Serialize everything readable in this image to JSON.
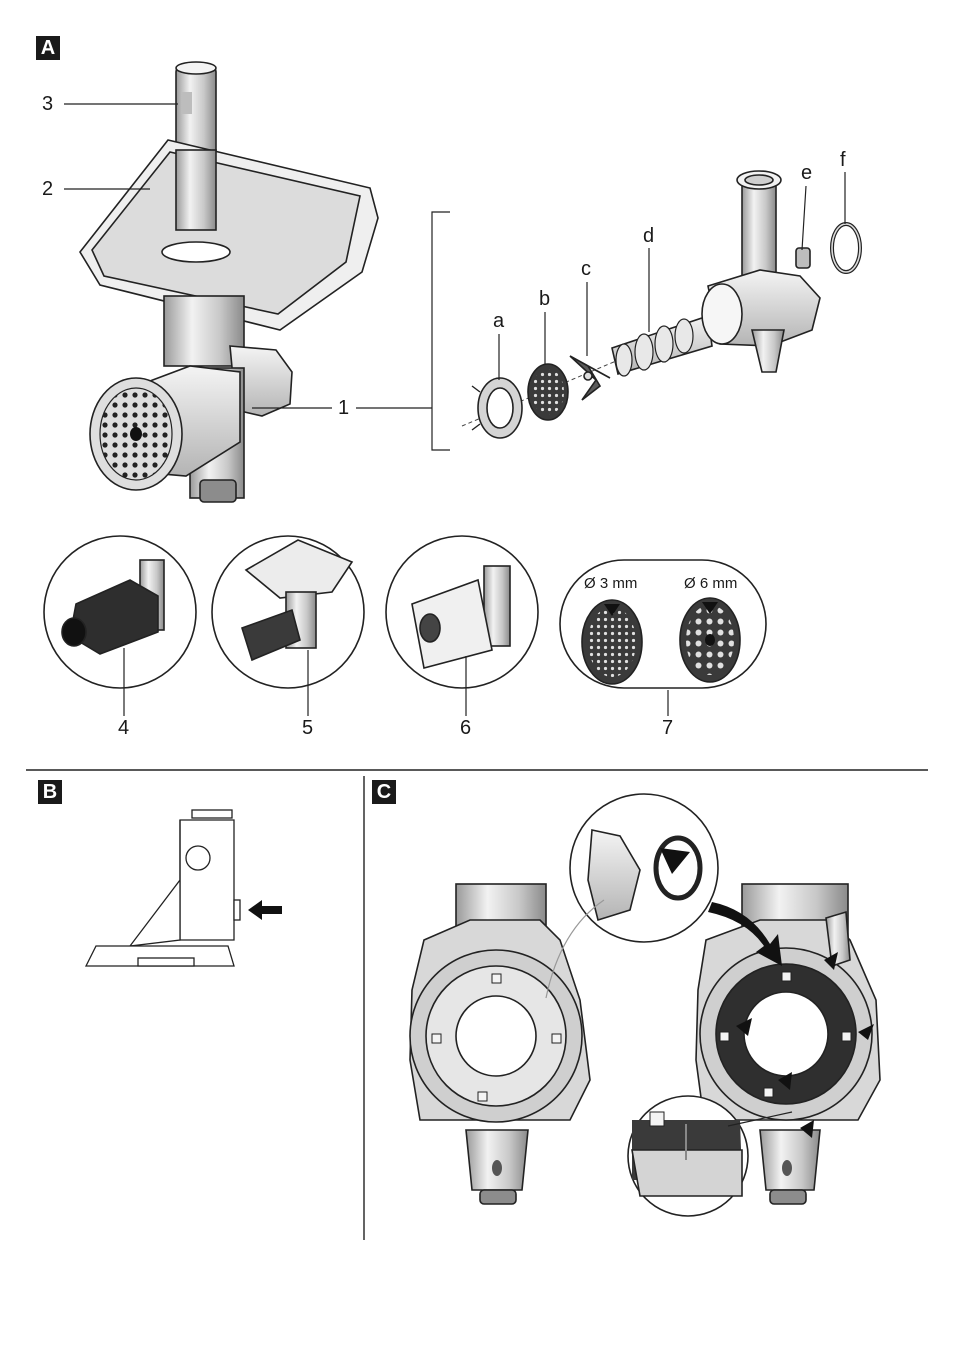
{
  "sections": {
    "a": "A",
    "b": "B",
    "c": "C"
  },
  "numbers": {
    "n1": "1",
    "n2": "2",
    "n3": "3",
    "n4": "4",
    "n5": "5",
    "n6": "6",
    "n7": "7"
  },
  "letters": {
    "a": "a",
    "b": "b",
    "c": "c",
    "d": "d",
    "e": "e",
    "f": "f"
  },
  "discs": {
    "fine": "Ø 3 mm",
    "coarse": "Ø 6 mm"
  },
  "colors": {
    "ink": "#1a1a1a",
    "metal_light": "#e6e6e6",
    "metal_mid": "#bdbdbd",
    "metal_dark": "#7a7a7a",
    "plate": "#3a3a3a"
  }
}
